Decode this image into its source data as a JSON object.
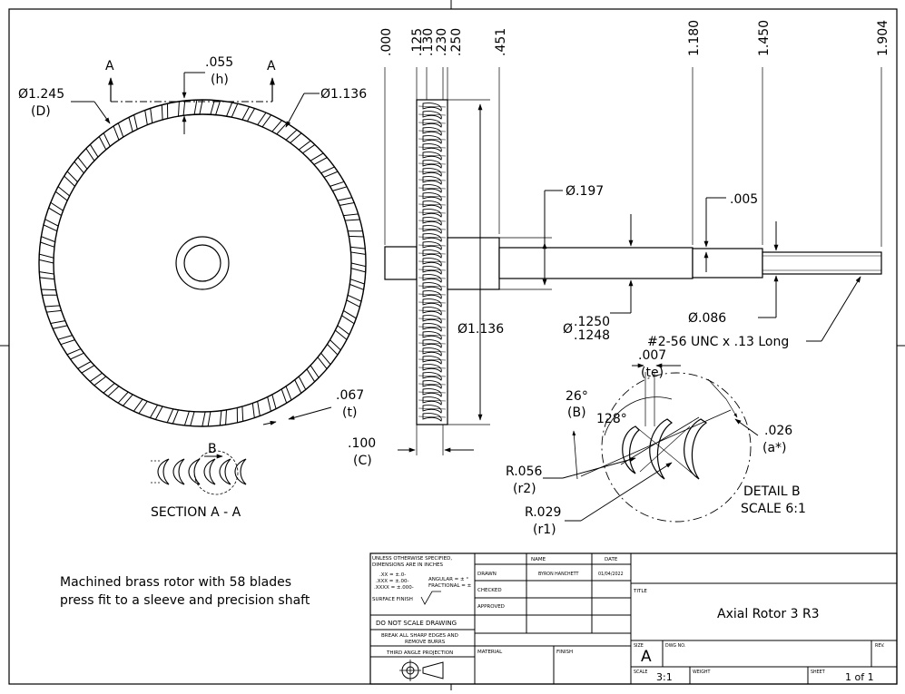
{
  "note": {
    "line1": "Machined brass rotor with 58 blades",
    "line2": "press fit to a sleeve and precision shaft"
  },
  "front_view": {
    "diam_outer": "Ø1.245",
    "diam_outer_sub": "(D)",
    "diam_inner": "Ø1.136",
    "h_value": ".055",
    "h_sub": "(h)",
    "t_value": ".067",
    "t_sub": "(t)",
    "section_mark": "A",
    "blade_count": 58
  },
  "section": {
    "label": "SECTION A - A",
    "detail_mark": "B"
  },
  "side_view": {
    "stations": [
      ".000",
      ".125",
      ".130",
      ".230",
      ".250",
      ".451",
      "1.180",
      "1.450",
      "1.904"
    ],
    "d_sleeve": "Ø.197",
    "d_rotor": "Ø1.136",
    "d_shaft_prefix": "Ø",
    "d_shaft_upper": ".1250",
    "d_shaft_lower": ".1248",
    "step": ".005",
    "d_tip": "Ø.086",
    "thread": "#2-56 UNC x .13 Long",
    "width_c": ".100",
    "width_c_sub": "(C)"
  },
  "detail": {
    "te_value": ".007",
    "te_sub": "(te)",
    "angle_b": "26°",
    "angle_b_sub": "(B)",
    "angle_128": "128°",
    "a_value": ".026",
    "a_sub": "(a*)",
    "r2_value": "R.056",
    "r2_sub": "(r2)",
    "r1_value": "R.029",
    "r1_sub": "(r1)",
    "title": "DETAIL B",
    "scale": "SCALE 6:1"
  },
  "title_block": {
    "tol_line1": "UNLESS OTHERWISE SPECIFIED,",
    "tol_line2": "DIMENSIONS ARE IN INCHES",
    "tol_xx": ".XX = ±.0-",
    "tol_xxx": ".XXX = ±.00-",
    "tol_xxxx": ".XXXX = ±.000-",
    "tol_angular": "ANGULAR = ± °",
    "tol_fractional": "FRACTIONAL = ±",
    "surface_finish": "SURFACE FINISH",
    "no_scale": "DO NOT SCALE DRAWING",
    "break_edges1": "BREAK ALL SHARP EDGES AND",
    "break_edges2": "REMOVE BURRS",
    "projection": "THIRD ANGLE PROJECTION",
    "hdr_name": "NAME",
    "hdr_date": "DATE",
    "drawn": "DRAWN",
    "drawn_name": "BYRON HANCHETT",
    "drawn_date": "01/04/2022",
    "checked": "CHECKED",
    "approved": "APPROVED",
    "material": "MATERIAL",
    "finish": "FINISH",
    "title_label": "TITLE",
    "title": "Axial Rotor 3 R3",
    "size_label": "SIZE",
    "size": "A",
    "dwg_no_label": "DWG NO.",
    "rev_label": "REV.",
    "scale_label": "SCALE",
    "scale": "3:1",
    "weight_label": "WEIGHT",
    "sheet_label": "SHEET",
    "sheet": "1 of 1"
  }
}
